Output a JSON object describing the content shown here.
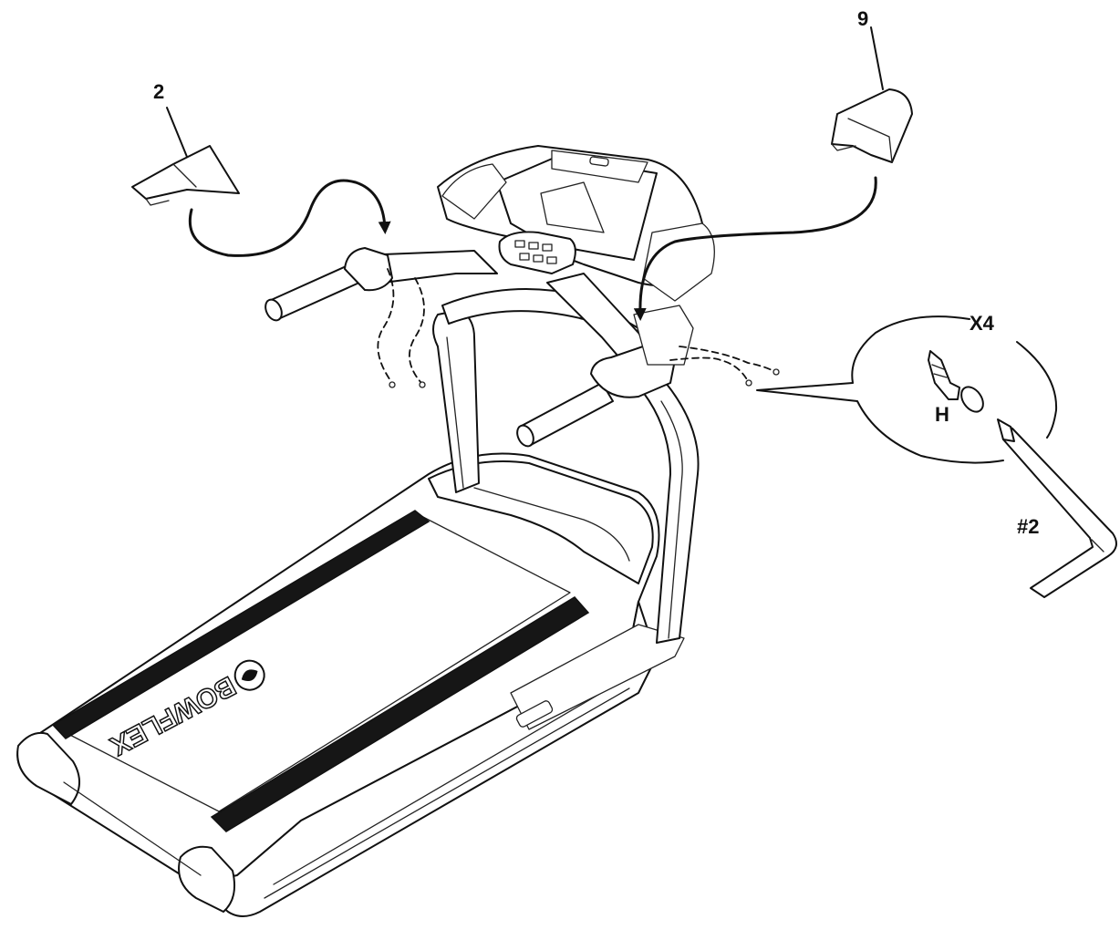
{
  "callouts": {
    "part_left": "2",
    "part_right": "9",
    "quantity": "X4",
    "fastener": "H",
    "tool": "#2"
  },
  "branding": {
    "deck_logo": "BOWFLEX"
  },
  "colors": {
    "line": "#111111",
    "background": "#ffffff",
    "belt_strip": "#161616"
  },
  "icons": [
    "treadmill-illustration",
    "cover-part-2-icon",
    "cover-part-9-icon",
    "screw-icon",
    "screwdriver-icon",
    "curved-arrow-icon"
  ]
}
